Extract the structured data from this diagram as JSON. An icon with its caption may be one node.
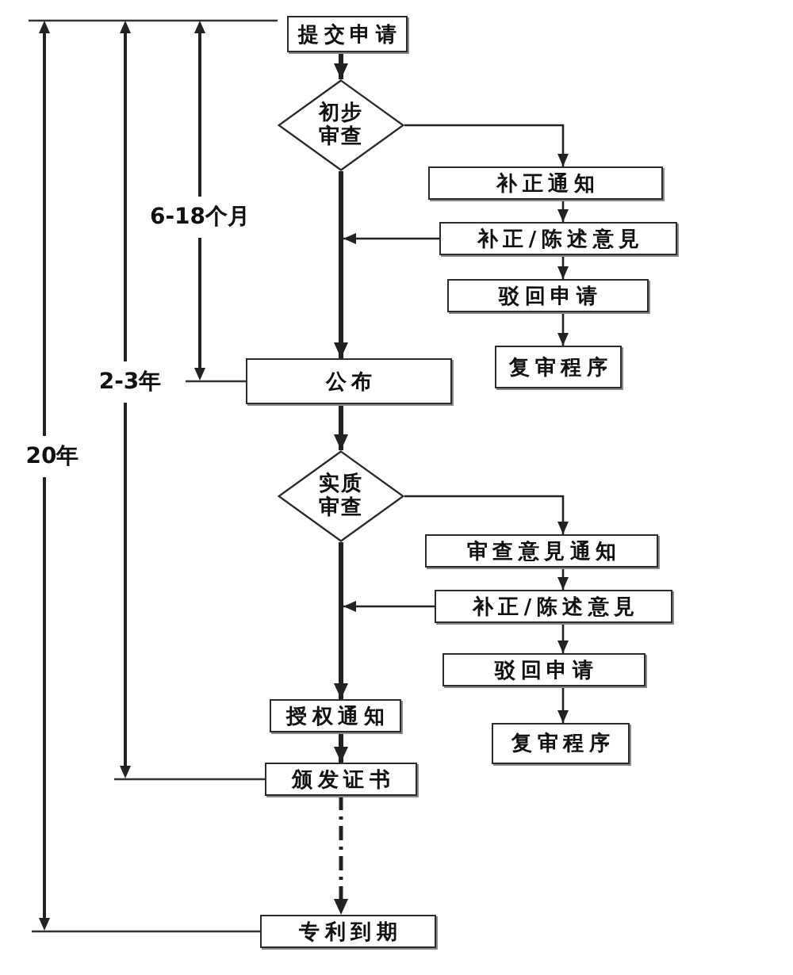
{
  "diagram": {
    "nodes": [
      {
        "text": [
          "提交申请"
        ]
      },
      {
        "text": [
          "初步审查"
        ]
      },
      {
        "text": [
          "补正通知"
        ]
      },
      {
        "text": [
          "补正/陈述意見"
        ]
      },
      {
        "text": [
          "驳回申请"
        ]
      },
      {
        "text": [
          "复审程序"
        ]
      },
      {
        "text": [
          "公布"
        ]
      },
      {
        "text": [
          "实质审查"
        ]
      },
      {
        "text": [
          "审查意見通知"
        ]
      },
      {
        "text": [
          "补正/陈述意見"
        ]
      },
      {
        "text": [
          "驳回申请"
        ]
      },
      {
        "text": [
          "复审程序"
        ]
      },
      {
        "text": [
          "授权通知"
        ]
      },
      {
        "text": [
          "颁发证书"
        ]
      },
      {
        "text": [
          "专利到期"
        ]
      }
    ],
    "edges": [
      {
        "from": 0,
        "to": 1,
        "arrow": "to",
        "style": "thick"
      },
      {
        "from": 1,
        "to": 2,
        "arrow": "to"
      },
      {
        "from": 2,
        "to": 3,
        "arrow": "to"
      },
      {
        "from": 3,
        "to": null,
        "arrow": "to"
      },
      {
        "from": 3,
        "to": 4,
        "arrow": "to"
      },
      {
        "from": 4,
        "to": 5,
        "arrow": "to"
      },
      {
        "from": 1,
        "to": 6,
        "arrow": "to",
        "style": "thick"
      },
      {
        "from": 6,
        "to": 7,
        "arrow": "to",
        "style": "thick"
      },
      {
        "from": 7,
        "to": 8,
        "arrow": "to"
      },
      {
        "from": 8,
        "to": 9,
        "arrow": "to"
      },
      {
        "from": 9,
        "to": null,
        "arrow": "to"
      },
      {
        "from": 9,
        "to": 10,
        "arrow": "to"
      },
      {
        "from": 10,
        "to": 11,
        "arrow": "to"
      },
      {
        "from": 7,
        "to": 12,
        "arrow": "to",
        "style": "thick"
      },
      {
        "from": 12,
        "to": 13,
        "arrow": "to",
        "style": "thick"
      },
      {
        "from": 13,
        "to": 14,
        "arrow": "to",
        "style": "dashed"
      }
    ],
    "labels": [
      "6-18个月",
      "2-3年",
      "20年"
    ]
  }
}
